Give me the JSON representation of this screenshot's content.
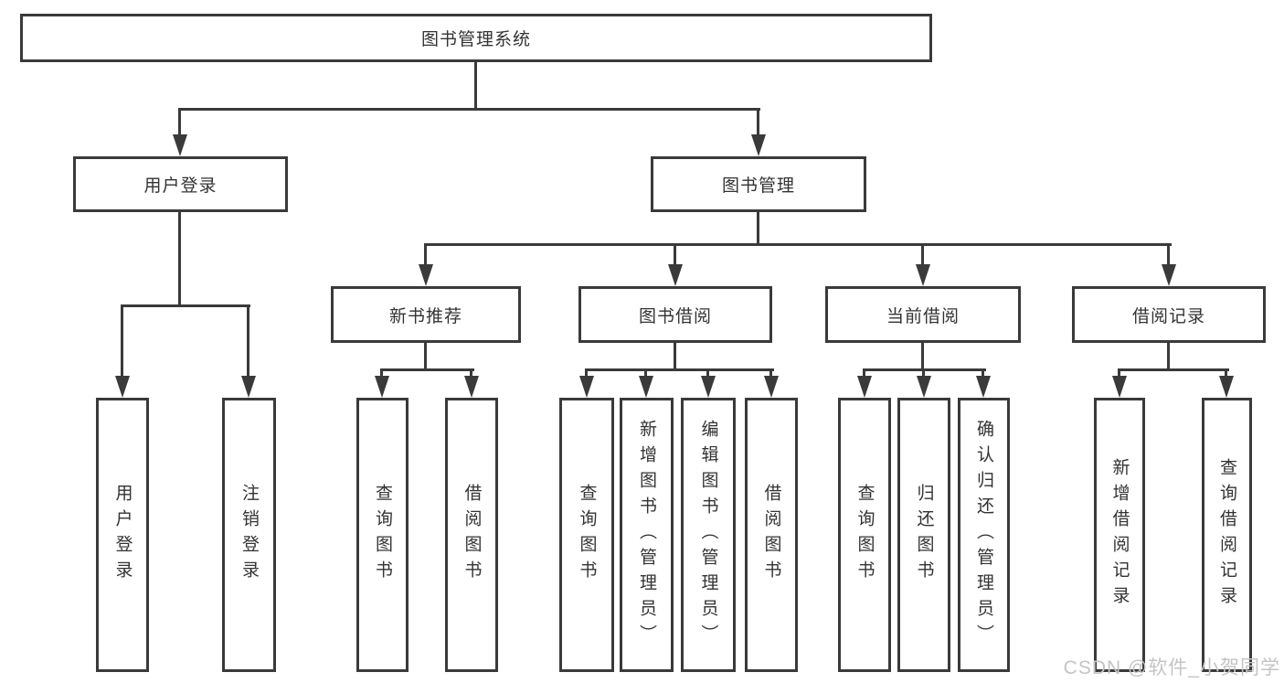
{
  "nodes": {
    "root": "图书管理系统",
    "level2": {
      "user_login": "用户登录",
      "book_mgmt": "图书管理"
    },
    "level3": {
      "new_book_rec": "新书推荐",
      "book_borrow": "图书借阅",
      "current_borrow": "当前借阅",
      "borrow_record": "借阅记录"
    },
    "leaves": {
      "user_login": "用户登录",
      "logout": "注销登录",
      "rec_query_book": "查询图书",
      "rec_borrow_book": "借阅图书",
      "bor_query_book": "查询图书",
      "bor_add_book": "新增图书（管理员）",
      "bor_edit_book": "编辑图书（管理员）",
      "bor_borrow_book": "借阅图书",
      "cur_query_book": "查询图书",
      "cur_return_book": "归还图书",
      "cur_confirm_return": "确认归还（管理员）",
      "rec2_add_record": "新增借阅记录",
      "rec2_query_record": "查询借阅记录"
    }
  },
  "watermark": "CSDN @软件_小贺同学",
  "colors": {
    "line": "#3a3a3a",
    "text": "#333333",
    "watermark": "#c4c4c4",
    "background": "#ffffff"
  }
}
